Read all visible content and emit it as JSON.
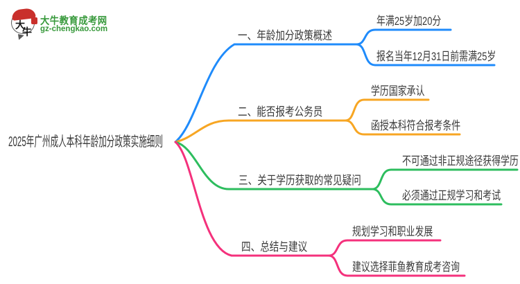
{
  "logo": {
    "icon_char_1": "大",
    "icon_char_2": "牛",
    "site_name": "大牛教育成考网",
    "site_url": "gz-chengkao.com",
    "brand_color": "#37993b",
    "seal_color": "#c9302c"
  },
  "root": {
    "label": "2025年广州成人本科年龄加分政策实施细则"
  },
  "branches": [
    {
      "label": "一、年龄加分政策概述",
      "color": "#1f8bfb",
      "children": [
        "年满25岁加20分",
        "报名当年12月31日前需满25岁"
      ]
    },
    {
      "label": "二、能否报考公务员",
      "color": "#f7a623",
      "children": [
        "学历国家承认",
        "函授本科符合报考条件"
      ]
    },
    {
      "label": "三、关于学历获取的常见疑问",
      "color": "#2dbd5e",
      "children": [
        "不可通过非正规途径获得学历",
        "必须通过正规学习和考试"
      ]
    },
    {
      "label": "四、总结与建议",
      "color": "#f4317c",
      "children": [
        "规划学习和职业发展",
        "建议选择菲鱼教育成考咨询"
      ]
    }
  ],
  "text_color": "#3a3a3a"
}
